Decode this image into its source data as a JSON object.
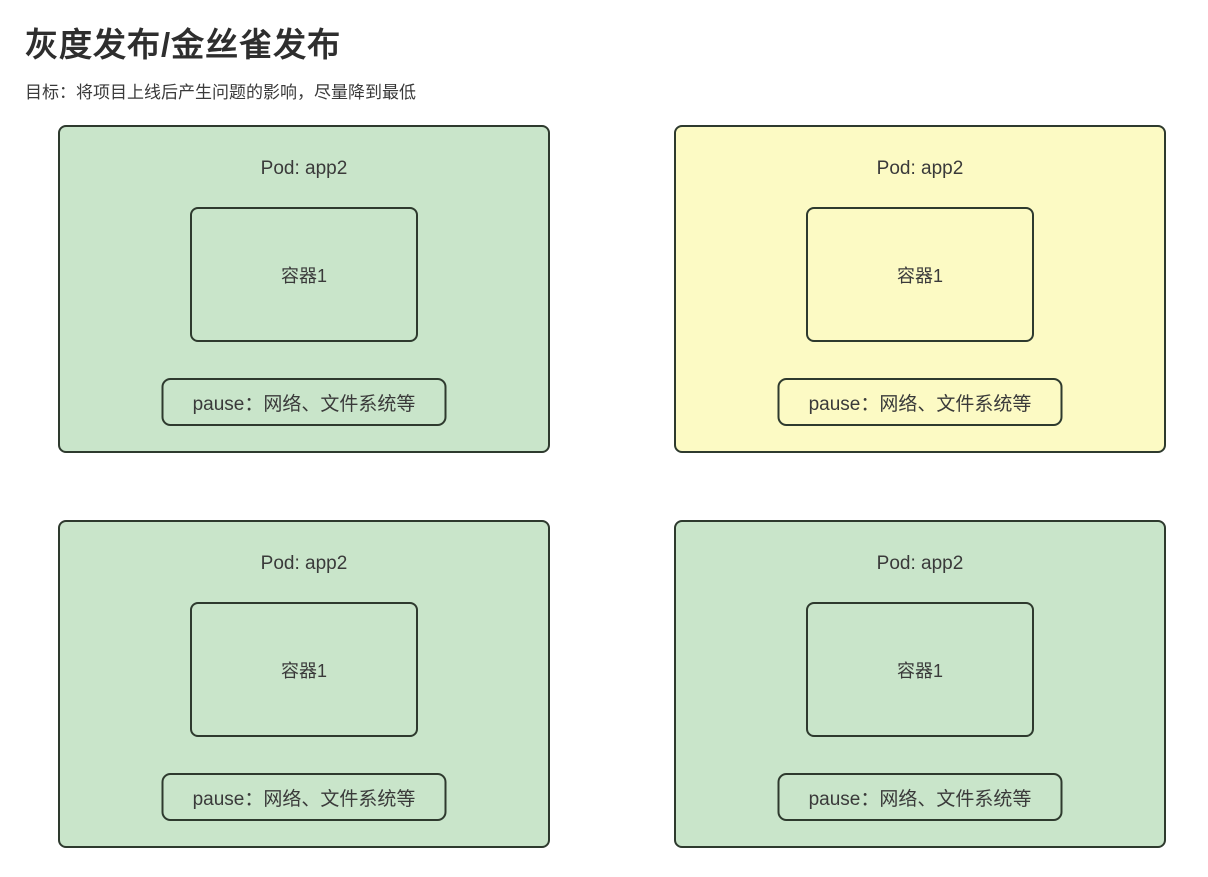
{
  "page": {
    "title": "灰度发布/金丝雀发布",
    "subtitle": "目标：将项目上线后产生问题的影响，尽量降到最低"
  },
  "colors": {
    "green_fill": "#c9e5ca",
    "yellow_fill": "#fcfac4",
    "border": "#2e3a2e",
    "text": "#3a3a3a"
  },
  "pods": [
    {
      "position": "top-left",
      "variant": "green",
      "title": "Pod: app2",
      "container_label": "容器1",
      "pause_label": "pause：网络、文件系统等"
    },
    {
      "position": "top-right",
      "variant": "yellow",
      "title": "Pod: app2",
      "container_label": "容器1",
      "pause_label": "pause：网络、文件系统等"
    },
    {
      "position": "bottom-left",
      "variant": "green",
      "title": "Pod: app2",
      "container_label": "容器1",
      "pause_label": "pause：网络、文件系统等"
    },
    {
      "position": "bottom-right",
      "variant": "green",
      "title": "Pod: app2",
      "container_label": "容器1",
      "pause_label": "pause：网络、文件系统等"
    }
  ]
}
